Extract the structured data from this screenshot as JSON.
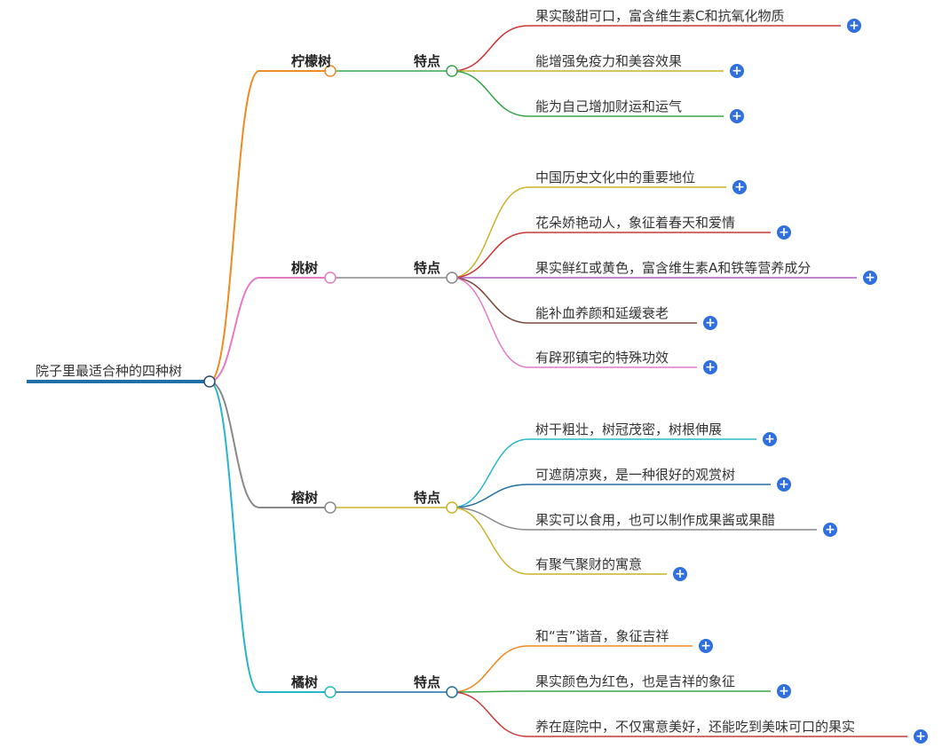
{
  "root": {
    "label": "院子里最适合种的四种树",
    "color": "#1f6fa8"
  },
  "trees": [
    {
      "name": "柠檬树",
      "color": "#f08a22",
      "middle": "特点",
      "middle_color": "#3aa64a",
      "leaves": [
        {
          "text": "果实酸甜可口，富含维生素C和抗氧化物质",
          "color": "#c83838"
        },
        {
          "text": "能增强免疫力和美容效果",
          "color": "#c9b22a"
        },
        {
          "text": "能为自己增加财运和运气",
          "color": "#3aa64a"
        }
      ]
    },
    {
      "name": "桃树",
      "color": "#e57ac4",
      "middle": "特点",
      "middle_color": "#888888",
      "leaves": [
        {
          "text": "中国历史文化中的重要地位",
          "color": "#c9b22a"
        },
        {
          "text": "花朵娇艳动人，象征着春天和爱情",
          "color": "#c83838"
        },
        {
          "text": "果实鲜红或黄色，富含维生素A和铁等营养成分",
          "color": "#b05cc6"
        },
        {
          "text": "能补血养颜和延缓衰老",
          "color": "#7a4a3a"
        },
        {
          "text": "有辟邪镇宅的特殊功效",
          "color": "#e57ac4"
        }
      ]
    },
    {
      "name": "榕树",
      "color": "#888888",
      "middle": "特点",
      "middle_color": "#c9b22a",
      "leaves": [
        {
          "text": "树干粗壮，树冠茂密，树根伸展",
          "color": "#29b5c9"
        },
        {
          "text": "可遮荫凉爽，是一种很好的观赏树",
          "color": "#1f6fa8"
        },
        {
          "text": "果实可以食用，也可以制作成果酱或果醋",
          "color": "#888888"
        },
        {
          "text": "有聚气聚财的寓意",
          "color": "#c9b22a"
        }
      ]
    },
    {
      "name": "橘树",
      "color": "#29b5c9",
      "middle": "特点",
      "middle_color": "#1f6fa8",
      "leaves": [
        {
          "text": "和“吉”谐音，象征吉祥",
          "color": "#f08a22"
        },
        {
          "text": "果实颜色为红色，也是吉祥的象征",
          "color": "#3aa64a"
        },
        {
          "text": "养在庭院中，不仅寓意美好，还能吃到美味可口的果实",
          "color": "#c83838"
        }
      ]
    }
  ],
  "expand_icon": "plus-icon",
  "expand_symbol": "+"
}
